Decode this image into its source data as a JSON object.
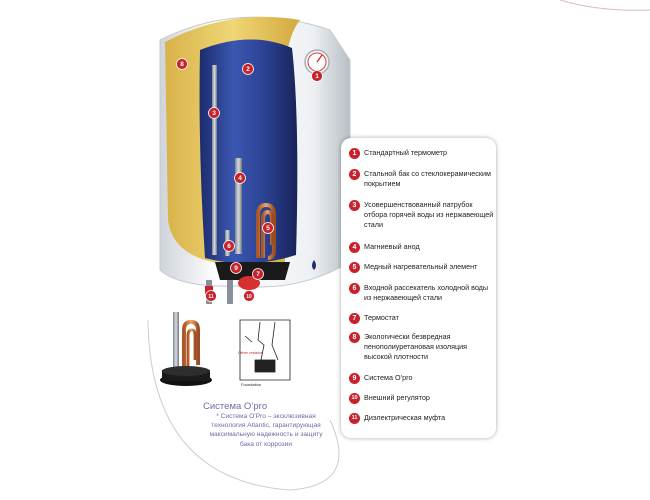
{
  "legend": [
    {
      "num": "1",
      "text": "Стандартный термометр"
    },
    {
      "num": "2",
      "text": "Стальной бак со стеклокерамическим покрытием"
    },
    {
      "num": "3",
      "text": "Усовершенствованный патрубок отбора горячей воды из нержавеющей стали"
    },
    {
      "num": "4",
      "text": "Магниевый анод"
    },
    {
      "num": "5",
      "text": "Медный нагревательный элемент"
    },
    {
      "num": "6",
      "text": "Входной рассекатель холодной воды из нержавеющей стали"
    },
    {
      "num": "7",
      "text": "Термостат"
    },
    {
      "num": "8",
      "text": "Экологически безвредная пенополиуретановая изоляция высокой плотности"
    },
    {
      "num": "9",
      "text": "Система O’pro"
    },
    {
      "num": "10",
      "text": "Внешний регулятор"
    },
    {
      "num": "11",
      "text": "Диэлектрическая муфта"
    }
  ],
  "opro": {
    "title": "Система O’pro",
    "description": "* Система O’Pro – эксклюзивная технология Atlantic, гарантирующая максимальную надежность и защиту бака от коррозии"
  },
  "inset": {
    "label_other": "Other resistor",
    "label_bottom": "Foundation"
  },
  "colors": {
    "marker_red": "#c8232c",
    "tank_blue": "#2a3f8f",
    "insulation_yellow": "#e8c85a",
    "copper": "#d9874a",
    "caption_purple": "#6f6aa8"
  }
}
